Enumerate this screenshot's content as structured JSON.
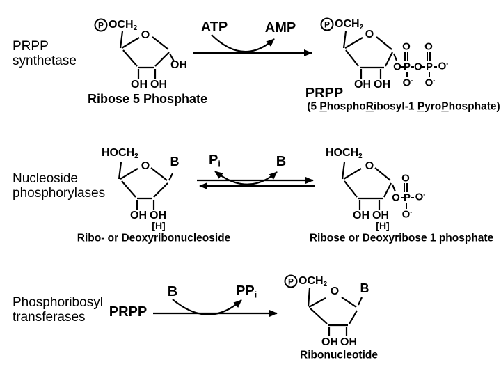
{
  "palette": {
    "ink": "#000000",
    "background": "#ffffff"
  },
  "atoms": {
    "p": "P",
    "o": "O",
    "oh": "OH",
    "b": "B",
    "h_label": "[H]",
    "och2": [
      {
        "t": "OCH"
      },
      {
        "t": "2",
        "sub": true
      }
    ],
    "hoch2": [
      {
        "t": "HOCH"
      },
      {
        "t": "2",
        "sub": true
      }
    ],
    "o_minus": [
      {
        "t": "O"
      },
      {
        "t": "-",
        "sup": true
      }
    ],
    "pi": [
      {
        "t": "P"
      },
      {
        "t": "i",
        "sub": true
      }
    ],
    "ppi": [
      {
        "t": "PP"
      },
      {
        "t": "i",
        "sub": true
      }
    ]
  },
  "row1": {
    "enzyme_line1": "PRPP",
    "enzyme_line2": "synthetase",
    "substrate_name": "Ribose 5 Phosphate",
    "cofactor_in": "ATP",
    "cofactor_out": "AMP",
    "product_name": "PRPP",
    "product_expansion": [
      {
        "t": "(5 "
      },
      {
        "t": "P",
        "u": true
      },
      {
        "t": "hospho"
      },
      {
        "t": "R",
        "u": true
      },
      {
        "t": "ibosyl-1 "
      },
      {
        "t": "P",
        "u": true
      },
      {
        "t": "yro"
      },
      {
        "t": "P",
        "u": true
      },
      {
        "t": "hosphate)"
      }
    ]
  },
  "row2": {
    "enzyme_line1": "Nucleoside",
    "enzyme_line2": "phosphorylases",
    "substrate_name": "Ribo- or Deoxyribonucleoside",
    "product_name": "Ribose or Deoxyribose 1 phosphate"
  },
  "row3": {
    "enzyme_line1": "Phosphoribosyl",
    "enzyme_line2": "transferases",
    "substrate_label": "PRPP",
    "product_name": "Ribonucleotide"
  }
}
